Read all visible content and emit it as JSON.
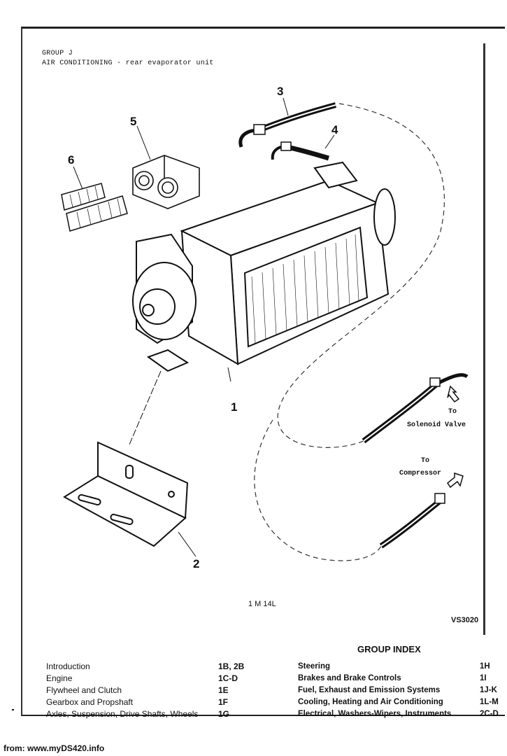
{
  "header": {
    "line1": "GROUP J",
    "line2": "AIR CONDITIONING - rear evaporator unit"
  },
  "callouts": [
    "1",
    "2",
    "3",
    "4",
    "5",
    "6"
  ],
  "notes": {
    "to1": "To",
    "solenoid": "Solenoid Valve",
    "to2": "To",
    "compressor": "Compressor"
  },
  "figure_code": "1 M 14L",
  "drawing_ref": "VS3020",
  "group_index": {
    "title": "GROUP INDEX",
    "left": [
      {
        "label": "Introduction",
        "code": "1B, 2B"
      },
      {
        "label": "Engine",
        "code": "1C-D"
      },
      {
        "label": "Flywheel and Clutch",
        "code": "1E"
      },
      {
        "label": "Gearbox and Propshaft",
        "code": "1F"
      },
      {
        "label": "Axles, Suspension, Drive Shafts, Wheels",
        "code": "1G"
      }
    ],
    "right": [
      {
        "label": "Steering",
        "code": "1H"
      },
      {
        "label": "Brakes and Brake Controls",
        "code": "1I"
      },
      {
        "label": "Fuel, Exhaust and Emission Systems",
        "code": "1J-K"
      },
      {
        "label": "Cooling, Heating and Air Conditioning",
        "code": "1L-M"
      },
      {
        "label": "Electrical, Washers-Wipers, Instruments",
        "code": "2C-D"
      }
    ]
  },
  "source": "from: www.myDS420.info"
}
